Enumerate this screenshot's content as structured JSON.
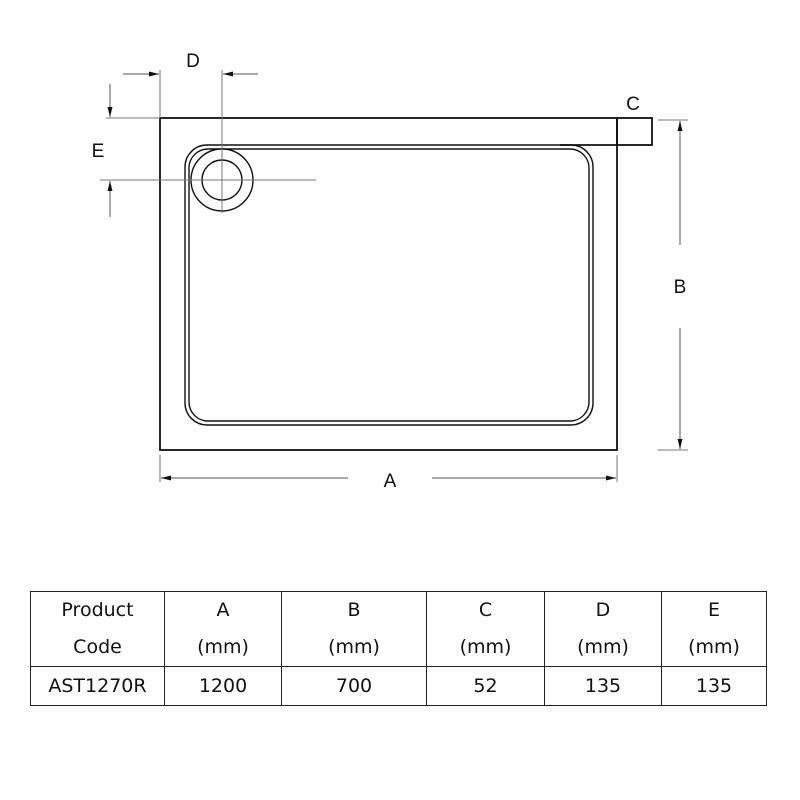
{
  "drawing": {
    "labels": {
      "A": "A",
      "B": "B",
      "C": "C",
      "D": "D",
      "E": "E"
    },
    "colors": {
      "line": "#111111",
      "dim_line": "#555555"
    }
  },
  "table": {
    "headers": [
      {
        "line1": "Product",
        "line2": "Code"
      },
      {
        "line1": "A",
        "line2": "(mm)"
      },
      {
        "line1": "B",
        "line2": "(mm)"
      },
      {
        "line1": "C",
        "line2": "(mm)"
      },
      {
        "line1": "D",
        "line2": "(mm)"
      },
      {
        "line1": "E",
        "line2": "(mm)"
      }
    ],
    "rows": [
      [
        "AST1270R",
        "1200",
        "700",
        "52",
        "135",
        "135"
      ]
    ]
  }
}
